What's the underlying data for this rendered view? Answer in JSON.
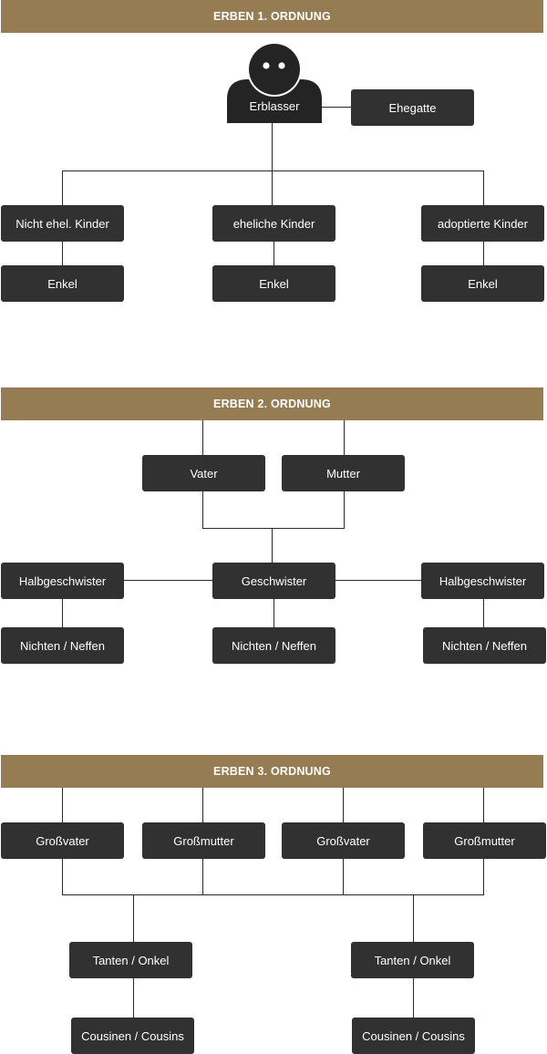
{
  "sections": [
    {
      "header": "ERBEN 1. ORDNUNG",
      "deceased": "Erblasser",
      "spouse": "Ehegatte",
      "children": [
        "Nicht ehel. Kinder",
        "eheliche Kinder",
        "adoptierte Kinder"
      ],
      "grandchildren": [
        "Enkel",
        "Enkel",
        "Enkel"
      ]
    },
    {
      "header": "ERBEN 2. ORDNUNG",
      "parents": [
        "Vater",
        "Mutter"
      ],
      "siblings": [
        "Halbgeschwister",
        "Geschwister",
        "Halbgeschwister"
      ],
      "nieces_nephews": [
        "Nichten / Neffen",
        "Nichten / Neffen",
        "Nichten / Neffen"
      ]
    },
    {
      "header": "ERBEN 3. ORDNUNG",
      "grandparents": [
        "Großvater",
        "Großmutter",
        "Großvater",
        "Großmutter"
      ],
      "aunts_uncles": [
        "Tanten / Onkel",
        "Tanten / Onkel"
      ],
      "cousins": [
        "Cousinen / Cousins",
        "Cousinen / Cousins"
      ]
    }
  ],
  "colors": {
    "header_bg": "#967c52",
    "box_bg": "#313131",
    "line": "#2a2a2a",
    "text": "#ffffff"
  }
}
